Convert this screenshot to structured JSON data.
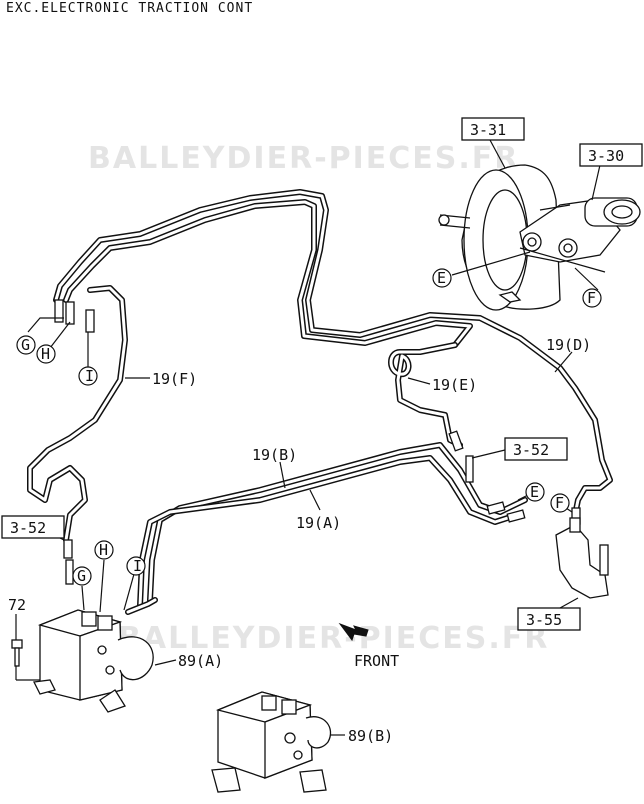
{
  "header": {
    "title": "EXC.ELECTRONIC TRACTION CONT"
  },
  "watermarks": [
    "BALLEYDIER-PIECES.FR",
    "BALLEYDIER-PIECES.FR"
  ],
  "boxed_refs": {
    "booster": "3-31",
    "master_cylinder": "3-30",
    "right_union": "3-52",
    "left_union": "3-52",
    "bracket": "3-55"
  },
  "pipe_labels": {
    "pipe_a": "19(A)",
    "pipe_b": "19(B)",
    "pipe_d": "19(D)",
    "pipe_e": "19(E)",
    "pipe_f": "19(F)"
  },
  "part_labels": {
    "hydraulic_unit_a": "89(A)",
    "hydraulic_unit_b": "89(B)",
    "bolt": "72"
  },
  "circled_letters": {
    "e_master": "E",
    "f_master": "F",
    "e_right": "E",
    "f_right": "F",
    "g_left": "G",
    "h_left": "H",
    "i_left": "I",
    "g_unit": "G",
    "h_unit": "H",
    "i_unit": "I"
  },
  "direction": {
    "front": "FRONT"
  },
  "colors": {
    "line": "#111111",
    "watermark": "#e4e4e4",
    "background": "#ffffff"
  }
}
